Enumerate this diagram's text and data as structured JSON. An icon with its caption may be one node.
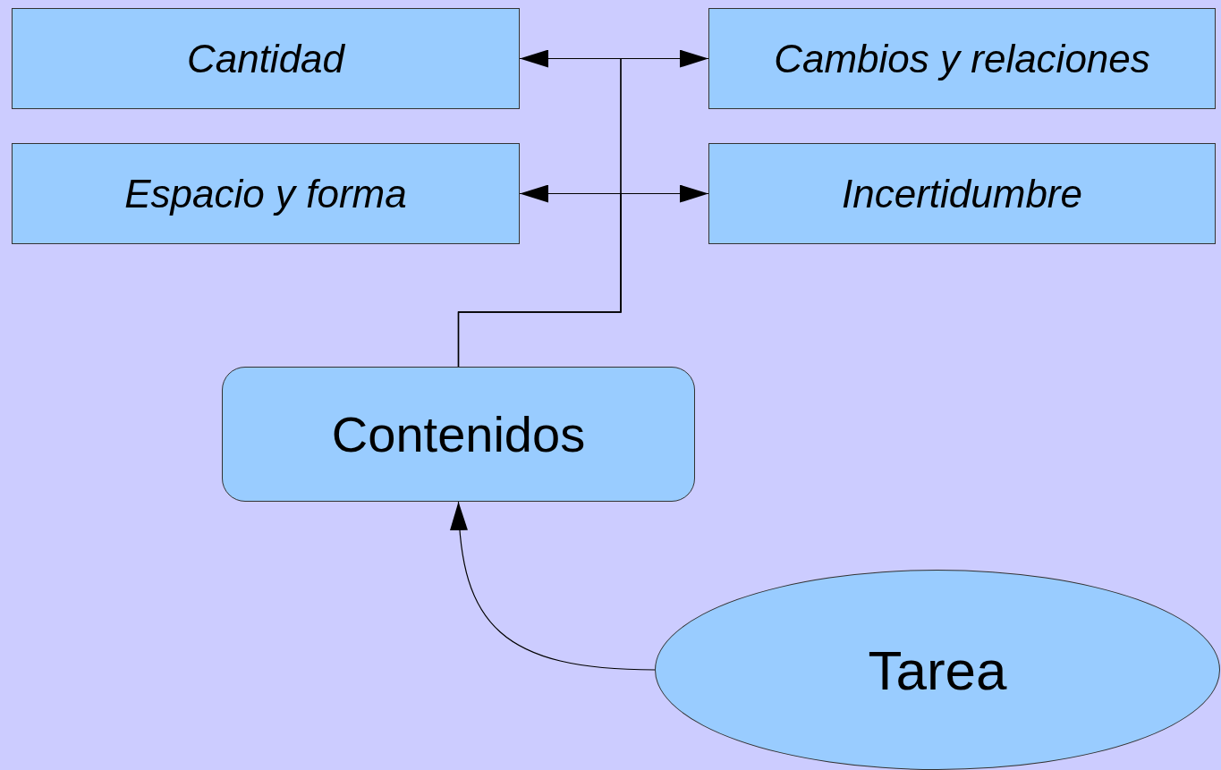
{
  "diagram": {
    "nodes": [
      {
        "text": [
          "Cantidad"
        ]
      },
      {
        "text": [
          "Cambios y relaciones"
        ]
      },
      {
        "text": [
          "Espacio y forma"
        ]
      },
      {
        "text": [
          "Incertidumbre"
        ]
      },
      {
        "text": [
          "Contenidos"
        ]
      },
      {
        "text": [
          "Tarea"
        ]
      }
    ],
    "edges": [
      {
        "from": 4,
        "to": 0,
        "arrow": "to"
      },
      {
        "from": 4,
        "to": 1,
        "arrow": "to"
      },
      {
        "from": 4,
        "to": 2,
        "arrow": "to"
      },
      {
        "from": 4,
        "to": 3,
        "arrow": "to"
      },
      {
        "from": 5,
        "to": 4,
        "arrow": "to"
      }
    ]
  }
}
